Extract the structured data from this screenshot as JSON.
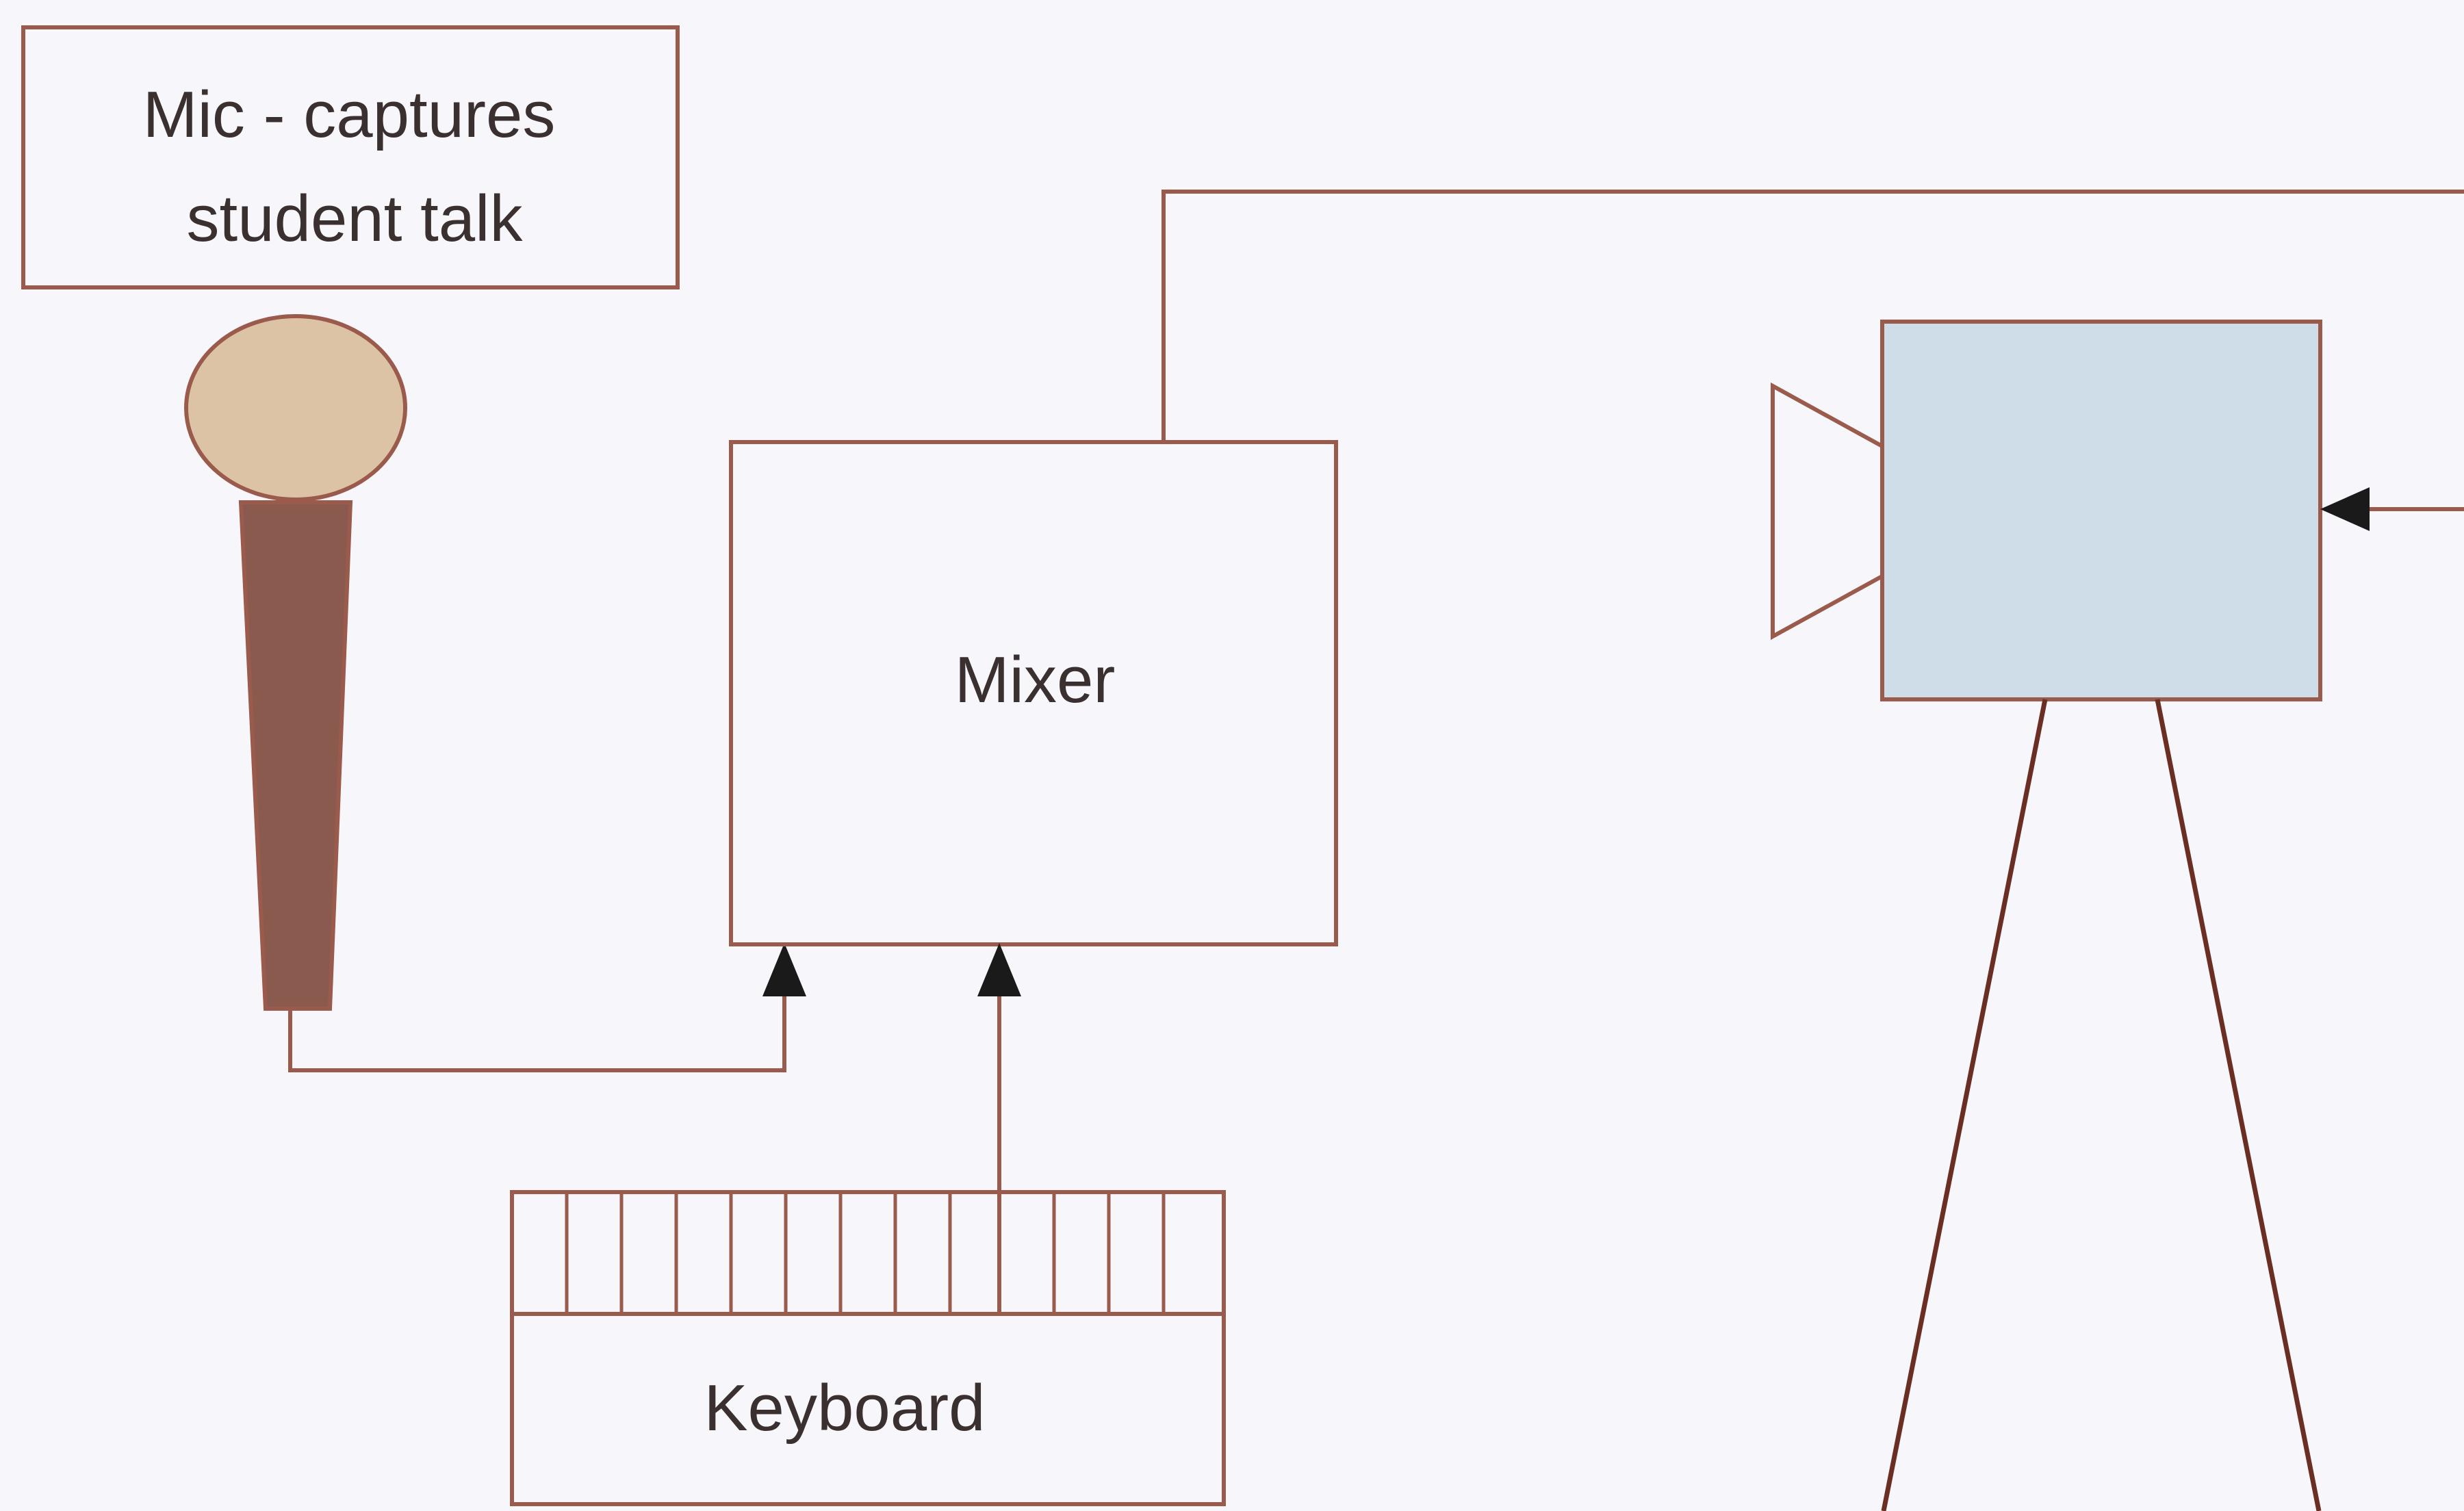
{
  "mic_label": {
    "line1": "Mic - captures",
    "line2": "student talk"
  },
  "mixer_label": "Mixer",
  "keyboard_label": "Keyboard",
  "colors": {
    "background": "#f7f6fb",
    "outline": "#9a5a4c",
    "mic_head": "#dcc3a6",
    "mic_handle": "#8b5a4e",
    "camera_body": "#cfdde8",
    "tripod": "#6a2e22",
    "arrow": "#1a1a1a",
    "text": "#3a3030"
  }
}
